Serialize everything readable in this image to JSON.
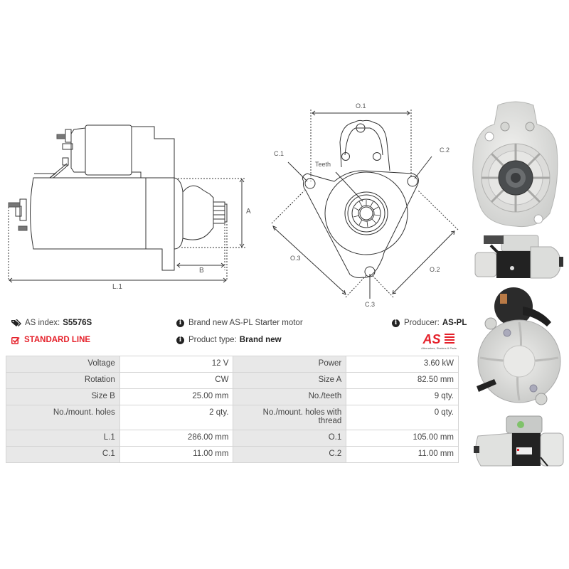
{
  "drawings": {
    "side_view": {
      "labels": {
        "A": "A",
        "B": "B",
        "L1": "L.1"
      }
    },
    "front_view": {
      "labels": {
        "O1": "O.1",
        "O2": "O.2",
        "O3": "O.3",
        "C1": "C.1",
        "C2": "C.2",
        "C3": "C.3",
        "teeth": "Teeth"
      }
    }
  },
  "info": {
    "as_index_label": "AS index:",
    "as_index_value": "S5576S",
    "standard_line": "STANDARD LINE",
    "description": "Brand new AS-PL Starter motor",
    "product_type_label": "Product type:",
    "product_type_value": "Brand new",
    "producer_label": "Producer:",
    "producer_value": "AS-PL",
    "logo_text": "AS",
    "logo_tagline": "Alternators, Starters & Parts",
    "colors": {
      "accent_red": "#e5202a",
      "label_bg": "#e8e8e8",
      "border": "#d4d4d4"
    }
  },
  "specs": {
    "rows": [
      {
        "l1": "Voltage",
        "v1": "12 V",
        "l2": "Power",
        "v2": "3.60 kW"
      },
      {
        "l1": "Rotation",
        "v1": "CW",
        "l2": "Size A",
        "v2": "82.50 mm"
      },
      {
        "l1": "Size B",
        "v1": "25.00 mm",
        "l2": "No./teeth",
        "v2": "9 qty."
      },
      {
        "l1": "No./mount. holes",
        "v1": "2 qty.",
        "l2": "No./mount. holes with thread",
        "v2": "0 qty."
      },
      {
        "l1": "L.1",
        "v1": "286.00 mm",
        "l2": "O.1",
        "v2": "105.00 mm"
      },
      {
        "l1": "C.1",
        "v1": "11.00 mm",
        "l2": "C.2",
        "v2": "11.00 mm"
      }
    ]
  },
  "photos": [
    {
      "name": "front-flange-view"
    },
    {
      "name": "side-view-top"
    },
    {
      "name": "rear-view"
    },
    {
      "name": "side-view-bottom"
    }
  ]
}
